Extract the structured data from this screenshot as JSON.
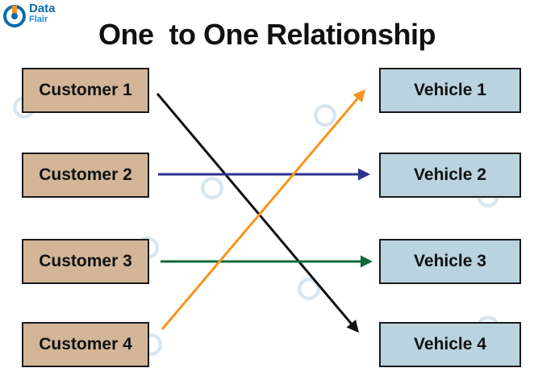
{
  "logo": {
    "line1": "Data",
    "line2": "Flair"
  },
  "title": "One  to One Relationship",
  "customers": [
    "Customer 1",
    "Customer 2",
    "Customer 3",
    "Customer 4"
  ],
  "vehicles": [
    "Vehicle 1",
    "Vehicle 2",
    "Vehicle 3",
    "Vehicle 4"
  ],
  "links": [
    {
      "from": "Customer 1",
      "to": "Vehicle 4",
      "color": "#111111"
    },
    {
      "from": "Customer 2",
      "to": "Vehicle 2",
      "color": "#2e3192"
    },
    {
      "from": "Customer 3",
      "to": "Vehicle 3",
      "color": "#0b6b3a"
    },
    {
      "from": "Customer 4",
      "to": "Vehicle 1",
      "color": "#f7941d"
    }
  ],
  "colors": {
    "customer_fill": "#d3b597",
    "vehicle_fill": "#b9d3df",
    "logo_blue": "#0b6cab"
  }
}
